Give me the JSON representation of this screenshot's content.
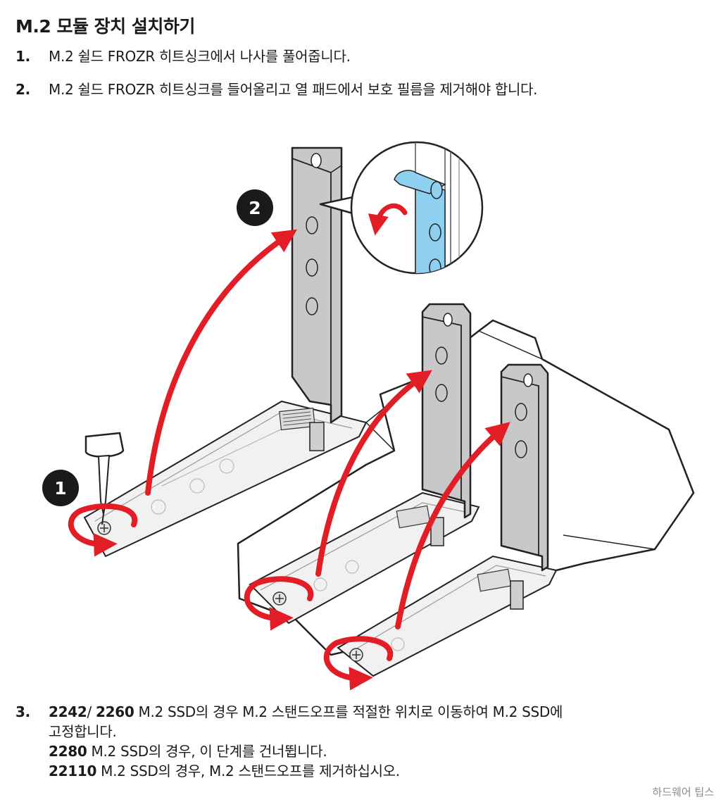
{
  "title": "M.2 모듈 장치 설치하기",
  "steps": [
    {
      "num": "1.",
      "text": "M.2 쉴드 FROZR 히트싱크에서 나사를 풀어줍니다."
    },
    {
      "num": "2.",
      "text": "M.2 쉴드 FROZR 히트싱크를 들어올리고 열 패드에서 보호 필름을 제거해야 합니다."
    },
    {
      "num": "3.",
      "lines": [
        {
          "bold": "2242",
          "mid": "/ ",
          "bold2": "2260",
          "text": " M.2 SSD의 경우 M.2 스탠드오프를 적절한 위치로 이동하여 M.2 SSD에"
        },
        {
          "text": "고정합니다."
        },
        {
          "bold": "2280",
          "text": " M.2 SSD의 경우, 이 단계를 건너뜁니다."
        },
        {
          "bold": "22110",
          "text": " M.2 SSD의 경우, M.2 스탠드오프를 제거하십시오."
        }
      ]
    }
  ],
  "callouts": {
    "one": "1",
    "two": "2"
  },
  "watermark": "하드웨어 팁스",
  "colors": {
    "arrow": "#e31d25",
    "film": "#8fd0f0",
    "heatsink": "#c8c8c8",
    "outline": "#222222"
  }
}
